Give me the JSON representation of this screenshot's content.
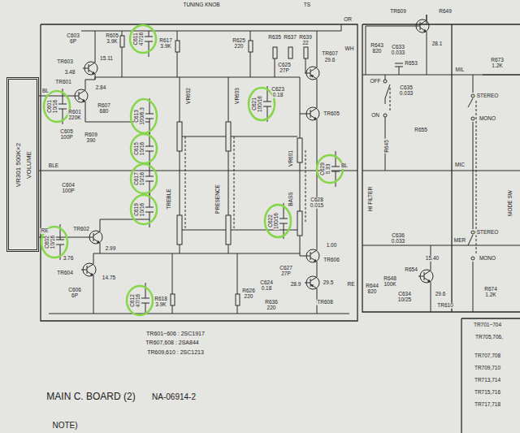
{
  "diagram": {
    "nodes": [
      {
        "text": [
          "VR301 500K×2",
          "VOLUME"
        ]
      }
    ],
    "labels": [
      "TUNING KNOB",
      "TS",
      "OR",
      "C603",
      "6P",
      "R605",
      "3.9K",
      "C611",
      "47/16",
      "R617",
      "3.9K",
      "R625",
      "220",
      "R635",
      "R637",
      "R639",
      "22",
      "TR607",
      "29.6",
      "WH",
      "TR603",
      "15.11",
      "3.48",
      "2.84",
      "TR601",
      "R601",
      "220K",
      "C601",
      "10/16",
      "R607",
      "680",
      "C605",
      "100P",
      "R609",
      "390",
      "C613",
      "100/6.3",
      "C615",
      "10/16",
      "C617",
      "10/16",
      "C619",
      "10/16",
      "TREBLE",
      "VR602",
      "PRESENCE",
      "VR603",
      "BASS",
      "VR601",
      "C621",
      "100/16",
      "C625",
      "27P",
      "C623",
      "0.18",
      "TR605",
      "C629",
      "0.33",
      "C628",
      "0.015",
      "C622",
      "100/16",
      "1.00",
      "TR606",
      "C627",
      "27P",
      "C624",
      "0.18",
      "28.9",
      "29.5",
      "TR608",
      "R626",
      "220",
      "R636",
      "220",
      "C602",
      "10/16",
      "TR602",
      "2.99",
      "3.76",
      "TR604",
      "14.75",
      "C606",
      "6P",
      "C612",
      "47/16",
      "R618",
      "3.9K",
      "C604",
      "100P",
      "BL",
      "BLE",
      "RE",
      "BL",
      "RE",
      "TR601~606 : 2SC1917",
      "TR607,608 : 2SA844",
      "TR609,610 : 2SC1213",
      "MAIN C. BOARD (2)",
      "NA-06914-2",
      "NOTE)",
      "TR609",
      "R649",
      "R643",
      "820",
      "C633",
      "0.033",
      "R653",
      "28.1",
      "OFF",
      "ON",
      "C635",
      "0.033",
      "R655",
      "HI FILTER",
      "R645",
      "STEREO",
      "MONO",
      "R673",
      "1.2K",
      "MIL",
      "MIC",
      "MER",
      "MODE SW",
      "STEREO",
      "MONO",
      "C636",
      "0.033",
      "R644",
      "820",
      "R648",
      "100K",
      "C634",
      "10/25",
      "R654",
      "15.40",
      "29.6",
      "TR610",
      "R674",
      "1.2K",
      "TR701~704",
      "TR705,706,",
      "TR707,708",
      "TR709,710",
      "TR713,714",
      "TR715,716",
      "TR717,718"
    ]
  }
}
